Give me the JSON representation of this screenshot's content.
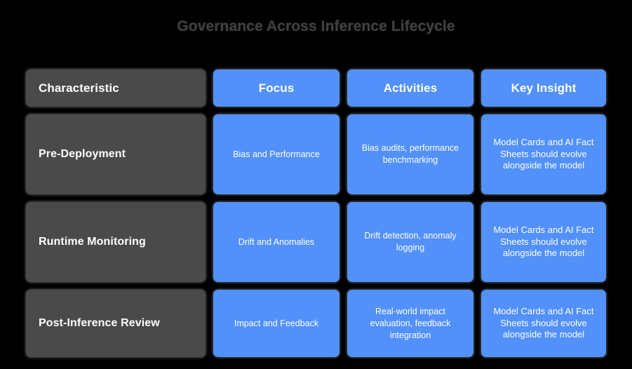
{
  "page": {
    "title": "Governance Across Inference Lifecycle",
    "background_color": "#000000",
    "title_color": "#3f3f3f",
    "accent_blue": "#5290fa",
    "header_dark": "#4a4a4a",
    "text_color": "#ffffff"
  },
  "table": {
    "columns": [
      {
        "key": "characteristic",
        "label": "Characteristic",
        "style": "dark",
        "align": "left"
      },
      {
        "key": "focus",
        "label": "Focus",
        "style": "blue",
        "align": "center"
      },
      {
        "key": "activities",
        "label": "Activities",
        "style": "blue",
        "align": "center"
      },
      {
        "key": "key_insight",
        "label": "Key Insight",
        "style": "blue",
        "align": "center"
      }
    ],
    "rows": [
      {
        "characteristic": "Pre-Deployment",
        "focus": "Bias and Performance",
        "activities": "Bias audits, performance benchmarking",
        "key_insight": "Model Cards and AI Fact Sheets should evolve alongside the model"
      },
      {
        "characteristic": "Runtime Monitoring",
        "focus": "Drift and Anomalies",
        "activities": "Drift detection, anomaly logging",
        "key_insight": "Model Cards and AI Fact Sheets should evolve alongside the model"
      },
      {
        "characteristic": "Post-Inference Review",
        "focus": "Impact and Feedback",
        "activities": "Real-world impact evaluation, feedback integration",
        "key_insight": "Model Cards and AI Fact Sheets should evolve alongside the model"
      }
    ]
  }
}
